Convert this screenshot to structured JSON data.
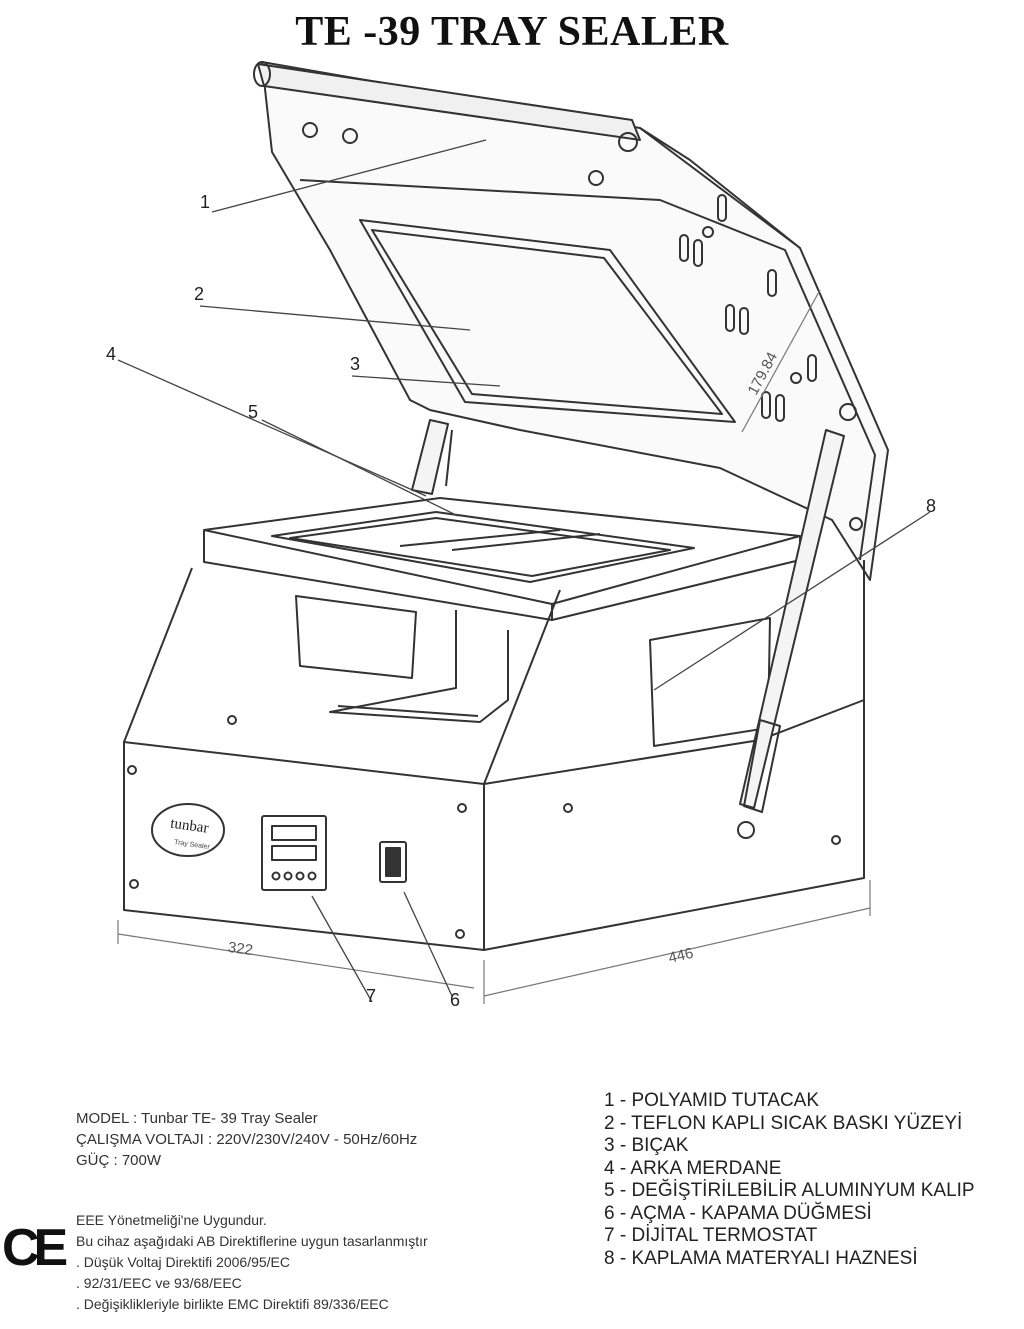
{
  "title": "TE -39 TRAY SEALER",
  "callouts": [
    "1",
    "2",
    "3",
    "4",
    "5",
    "6",
    "7",
    "8"
  ],
  "dimensions": {
    "width": "322",
    "depth": "446",
    "diagonal": "179.84"
  },
  "brand_plate": {
    "brand": "tunbar",
    "subtitle": "Tray Sealer"
  },
  "specs": [
    "MODEL : Tunbar   TE- 39 Tray Sealer",
    "ÇALIŞMA VOLTAJI : 220V/230V/240V - 50Hz/60Hz",
    "GÜÇ :  700W"
  ],
  "directives": [
    "EEE Yönetmeliği'ne Uygundur.",
    "Bu cihaz aşağıdaki AB Direktiflerine uygun tasarlanmıştır",
    ". Düşük Voltaj Direktifi 2006/95/EC",
    ". 92/31/EEC ve 93/68/EEC",
    ". Değişiklikleriyle birlikte EMC Direktifi 89/336/EEC"
  ],
  "ce_mark": "CE",
  "legend": [
    "1 - POLYAMID TUTACAK",
    "2 - TEFLON KAPLI SICAK BASKI YÜZEYİ",
    "3 - BIÇAK",
    "4 - ARKA MERDANE",
    "5 - DEĞİŞTİRİLEBİLİR ALUMINYUM KALIP",
    "6 - AÇMA - KAPAMA DÜĞMESİ",
    "7 - DİJİTAL TERMOSTAT",
    "8 - KAPLAMA MATERYALI HAZNESİ"
  ]
}
